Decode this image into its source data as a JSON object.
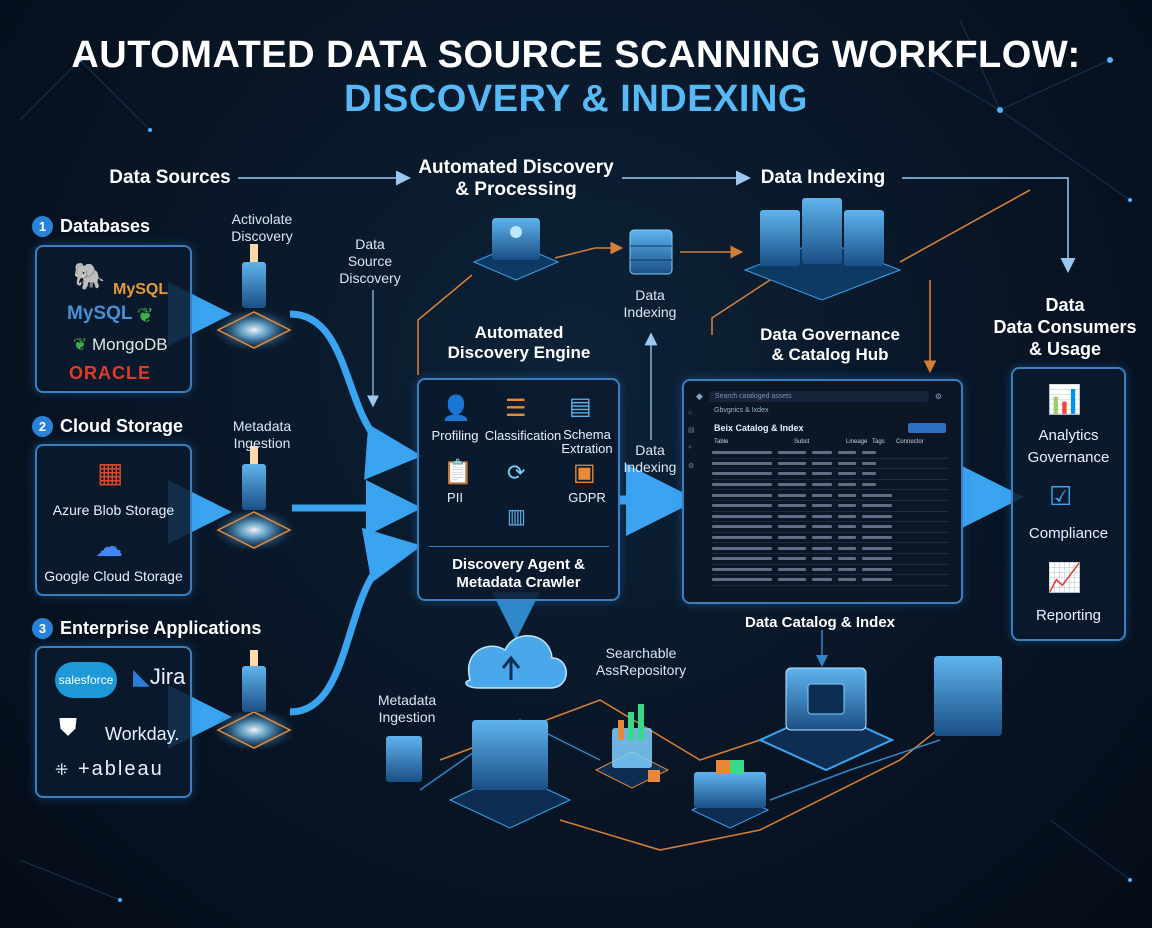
{
  "title": {
    "line1": "AUTOMATED DATA SOURCE SCANNING WORKFLOW:",
    "line2": "DISCOVERY & INDEXING"
  },
  "stages": {
    "sources": "Data Sources",
    "discovery_line1": "Automated Discovery",
    "discovery_line2": "& Processing",
    "indexing": "Data Indexing",
    "consumers_line1": "Data",
    "consumers_line2": "Data Consumers",
    "consumers_line3": "& Usage"
  },
  "sources": {
    "databases": {
      "number": "1",
      "label": "Databases",
      "logos": [
        "MySQL",
        "MySQL",
        "MongoDB",
        "ORACLE"
      ]
    },
    "cloud": {
      "number": "2",
      "label": "Cloud Storage",
      "logos": [
        "Azure Blob Storage",
        "Google Cloud Storage"
      ]
    },
    "enterprise": {
      "number": "3",
      "label": "Enterprise Applications",
      "logos": [
        "salesforce",
        "Jira",
        "Workday.",
        "+ableau"
      ]
    }
  },
  "captions": {
    "activate_line1": "Activolate",
    "activate_line2": "Discovery",
    "metadata_line1": "Metadata",
    "metadata_line2": "Ingestion",
    "dsd_line1": "Data",
    "dsd_line2": "Source",
    "dsd_line3": "Discovery",
    "idx_top_line1": "Data",
    "idx_top_line2": "Indexing",
    "idx_mid_line1": "Data",
    "idx_mid_line2": "Indexing",
    "searchable_line1": "Searchable",
    "searchable_line2": "AssRepository",
    "meta_bottom_line1": "Metadata",
    "meta_bottom_line2": "Ingestion"
  },
  "engine": {
    "title_line1": "Automated",
    "title_line2": "Discovery Engine",
    "items": [
      "Profiling",
      "Classification",
      "Schema",
      "Extration",
      "PII",
      "GDPR"
    ],
    "footer_line1": "Discovery Agent &",
    "footer_line2": "Metadata Crawler"
  },
  "hub": {
    "title_line1": "Data Governance",
    "title_line2": "& Catalog Hub",
    "screen_title": "Beix Catalog & Index",
    "crumb": "Gbvgnics & Ixdex",
    "search_placeholder": "Search cataloged assets",
    "columns": [
      "Table",
      "Subst",
      "Lineage",
      "Tags",
      "Connector"
    ],
    "footer": "Data Catalog & Index"
  },
  "consumers": {
    "items": [
      "Analytics",
      "Governance",
      "Compliance",
      "Reporting"
    ]
  },
  "colors": {
    "accent": "#57b9f5",
    "arrow": "#3aa4f0",
    "orange": "#e8893a",
    "panel_border": "#3b7fbf"
  }
}
